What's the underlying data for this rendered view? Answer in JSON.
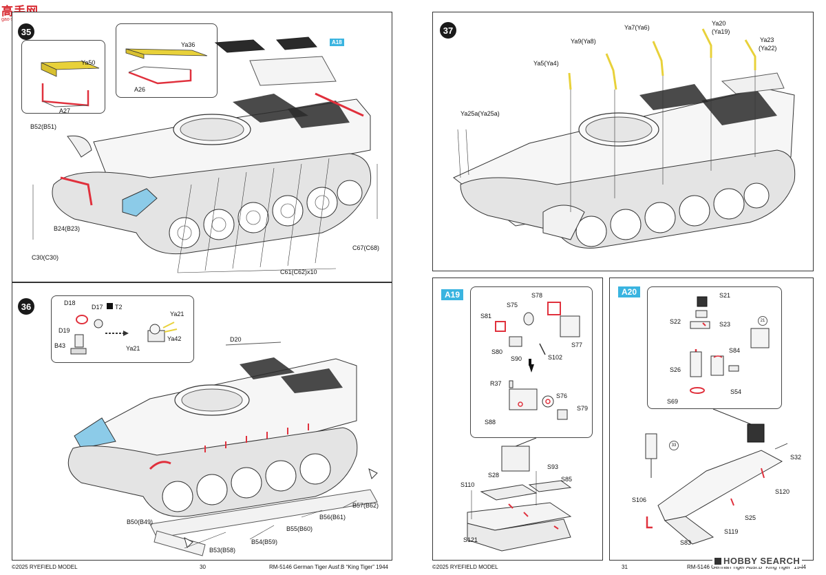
{
  "watermark": {
    "site_cn": "高手网",
    "site_url": "gao-shou.com"
  },
  "left_page": {
    "step35": {
      "number": "35",
      "inset1": {
        "part": "Ya50",
        "base": "A27"
      },
      "inset2": {
        "part": "Ya36",
        "base": "A26"
      },
      "tag": "A18",
      "labels": [
        "B52(B51)",
        "B24(B23)",
        "C30(C30)",
        "C61(C62)x10",
        "C67(C68)"
      ]
    },
    "step36": {
      "number": "36",
      "inset": [
        "D18",
        "D17",
        "T2",
        "D19",
        "B43",
        "Ya21",
        "Ya42",
        "Ya21"
      ],
      "labels": [
        "D20",
        "B50(B49)",
        "B53(B58)",
        "B54(B59)",
        "B55(B60)",
        "B56(B61)",
        "B57(B62)"
      ]
    },
    "footer": {
      "copyright": "©2025 RYEFIELD MODEL",
      "page_number": "30",
      "title": "RM-5146 German Tiger Ausf.B “King Tiger” 1944"
    }
  },
  "right_page": {
    "step37": {
      "number": "37",
      "labels": [
        "Ya7(Ya6)",
        "Ya20",
        "(Ya19)",
        "Ya23",
        "(Ya22)",
        "Ya9(Ya8)",
        "Ya5(Ya4)",
        "Ya25a(Ya25a)"
      ]
    },
    "a19": {
      "tag": "A19",
      "labels": [
        "S78",
        "S75",
        "S81",
        "S77",
        "S80",
        "S90",
        "S102",
        "R37",
        "S76",
        "S79",
        "S88",
        "S28",
        "S93",
        "S85",
        "S110",
        "S121"
      ]
    },
    "a20": {
      "tag": "A20",
      "ref_circle": "21",
      "ref_circle2": "33",
      "labels": [
        "S21",
        "S22",
        "S23",
        "S84",
        "S26",
        "S54",
        "S69",
        "S32",
        "S106",
        "S120",
        "S25",
        "S119",
        "S83"
      ]
    },
    "footer": {
      "copyright": "©2025 RYEFIELD MODEL",
      "page_number": "31",
      "title": "RM-5146 German Tiger Ausf.B “King Tiger” 1944"
    }
  },
  "hobby_search_logo": "HOBBY SEARCH",
  "colors": {
    "highlight_red": "#e0303c",
    "highlight_yellow": "#e8d13a",
    "highlight_blue": "#8ccbe8",
    "tag_blue": "#3ab4e0"
  }
}
